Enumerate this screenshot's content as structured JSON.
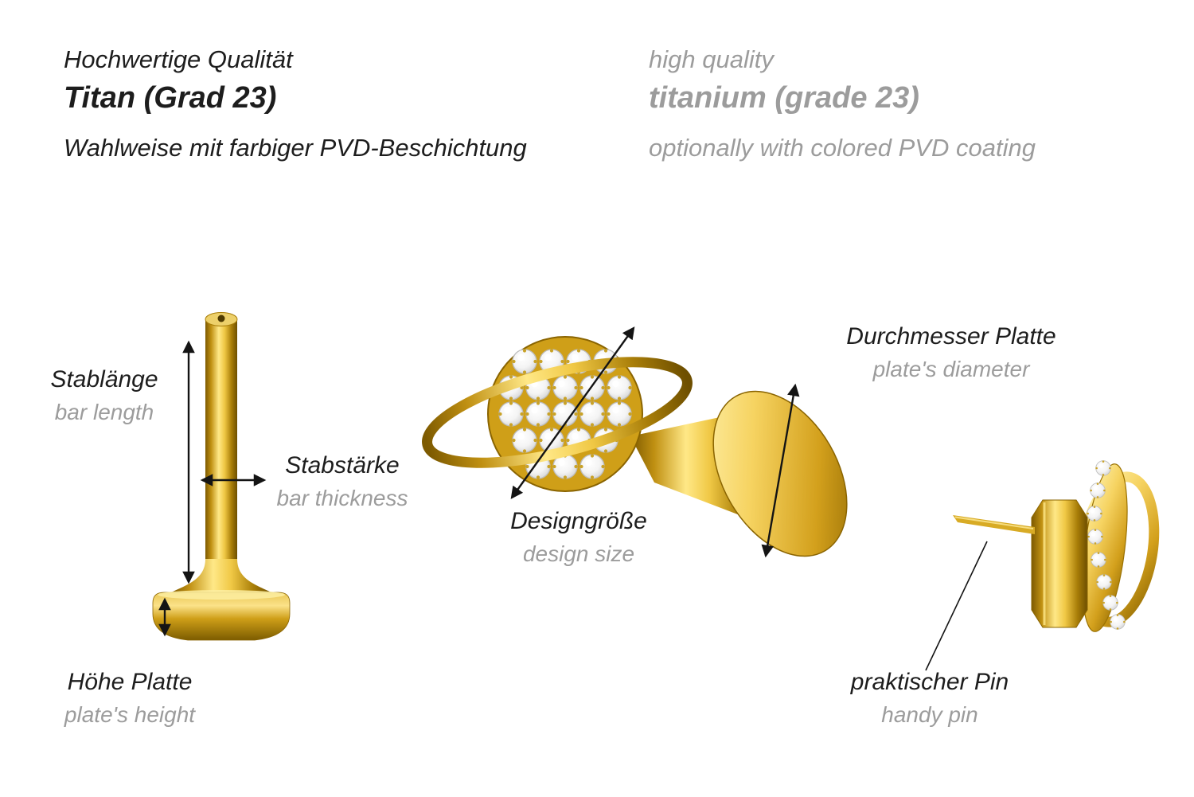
{
  "header": {
    "german": {
      "quality": "Hochwertige Qualität",
      "material": "Titan (Grad 23)",
      "coating": "Wahlweise mit farbiger PVD-Beschichtung"
    },
    "english": {
      "quality": "high quality",
      "material": "titanium (grade 23)",
      "coating": "optionally with colored PVD coating"
    }
  },
  "annotations": {
    "bar_length": {
      "de": "Stablänge",
      "en": "bar length"
    },
    "bar_thickness": {
      "de": "Stabstärke",
      "en": "bar thickness"
    },
    "plate_height": {
      "de": "Höhe Platte",
      "en": "plate's height"
    },
    "design_size": {
      "de": "Designgröße",
      "en": "design size"
    },
    "plate_diameter": {
      "de": "Durchmesser Platte",
      "en": "plate's diameter"
    },
    "handy_pin": {
      "de": "praktischer Pin",
      "en": "handy pin"
    }
  },
  "colors": {
    "gold_dark": "#7d5a00",
    "gold_mid": "#cf9f18",
    "gold_light": "#ffe887",
    "gem": "#f4f4f4",
    "text_black": "#1d1d1d",
    "text_gray": "#9c9c9c",
    "arrow": "#141414",
    "background": "#ffffff"
  }
}
